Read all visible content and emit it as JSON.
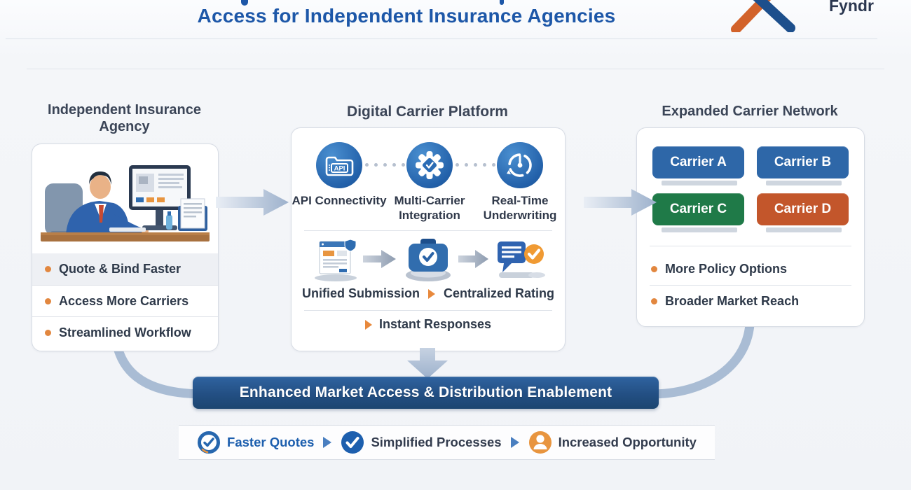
{
  "header": {
    "title": "Access for Independent Insurance Agencies",
    "logo_text": "Fyndr"
  },
  "agency_panel": {
    "heading": "Independent Insurance Agency",
    "bullets": [
      "Quote & Bind Faster",
      "Access More Carriers",
      "Streamlined Workflow"
    ]
  },
  "platform_panel": {
    "heading": "Digital Carrier Platform",
    "features": [
      {
        "label": "API Connectivity",
        "icon": "api-folder-icon"
      },
      {
        "label": "Multi-Carrier Integration",
        "icon": "gear-check-icon"
      },
      {
        "label": "Real-Time Underwriting",
        "icon": "gauge-icon"
      }
    ],
    "flow_steps": [
      {
        "label": "Unified Submission",
        "icon": "submission-form-icon"
      },
      {
        "label": "Centralized Rating",
        "icon": "briefcase-check-icon"
      }
    ],
    "flow_result": "Instant Responses"
  },
  "network_panel": {
    "heading": "Expanded Carrier Network",
    "carriers": [
      {
        "label": "Carrier A",
        "color": "#2e67a8"
      },
      {
        "label": "Carrier B",
        "color": "#2e67a8"
      },
      {
        "label": "Carrier C",
        "color": "#1f7a48"
      },
      {
        "label": "Carrier D",
        "color": "#c3562b"
      }
    ],
    "bullets": [
      "More Policy Options",
      "Broader Market Reach"
    ]
  },
  "banner": {
    "label": "Enhanced Market Access & Distribution Enablement"
  },
  "outcomes": [
    {
      "label": "Faster Quotes",
      "icon": "clock-check-icon"
    },
    {
      "label": "Simplified Processes",
      "icon": "check-circle-icon"
    },
    {
      "label": "Increased Opportunity",
      "icon": "person-circle-icon"
    }
  ],
  "colors": {
    "title_blue": "#1d57a8",
    "accent_orange": "#e2873f",
    "banner_blue": "#1d4a77",
    "carrier_blue": "#2e67a8",
    "carrier_green": "#1f7a48",
    "carrier_orange": "#c3562b",
    "arrow_steel": "#a9bcd4"
  }
}
